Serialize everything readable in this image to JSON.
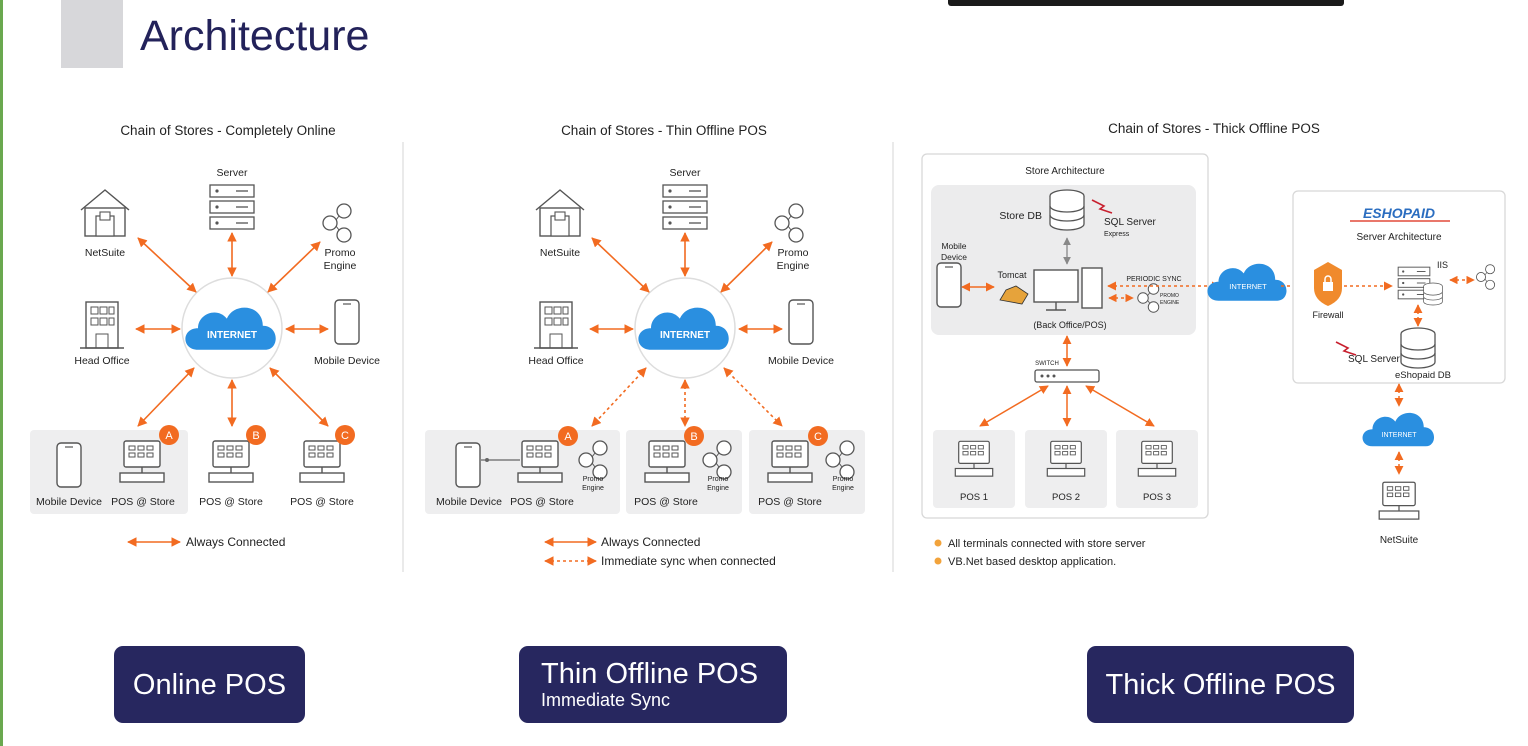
{
  "page": {
    "title": "Architecture"
  },
  "colors": {
    "accent": "#f26b21",
    "button_bg": "#27275f",
    "cloud": "#2a8fe0",
    "title": "#23225a",
    "left_rule": "#6aa84f"
  },
  "panel1": {
    "title": "Chain of Stores - Completely Online",
    "nodes": {
      "server": "Server",
      "netsuite": "NetSuite",
      "promo_a": "Promo",
      "promo_b": "Engine",
      "head_office": "Head Office",
      "mobile_device": "Mobile Device",
      "internet": "INTERNET"
    },
    "bottom": {
      "mobile": "Mobile Device",
      "pos_a": "POS @ Store",
      "pos_b": "POS @ Store",
      "pos_c": "POS @ Store"
    },
    "badges": [
      "A",
      "B",
      "C"
    ],
    "legend": {
      "solid": "Always Connected"
    }
  },
  "panel2": {
    "title": "Chain of Stores - Thin Offline POS",
    "nodes": {
      "server": "Server",
      "netsuite": "NetSuite",
      "promo_a": "Promo",
      "promo_b": "Engine",
      "head_office": "Head Office",
      "mobile_device": "Mobile Device",
      "internet": "INTERNET"
    },
    "bottom": {
      "mobile": "Mobile Device",
      "pos_a": "POS @ Store",
      "pos_b": "POS @ Store",
      "pos_c": "POS @ Store",
      "promo_a": "Promo",
      "promo_b": "Engine"
    },
    "badges": [
      "A",
      "B",
      "C"
    ],
    "legend": {
      "solid": "Always Connected",
      "dashed": "Immediate sync when connected"
    }
  },
  "panel3": {
    "title": "Chain of Stores - Thick Offline POS",
    "store_arch": "Store Architecture",
    "store_db": "Store DB",
    "sql_server": "SQL Server",
    "express": "Express",
    "mobile_a": "Mobile",
    "mobile_b": "Device",
    "tomcat": "Tomcat",
    "periodic_sync": "PERIODIC SYNC",
    "promo_a": "PROMO",
    "promo_b": "ENGINE",
    "back_office": "(Back Office/POS)",
    "switch": "SWITCH",
    "pos": [
      "POS 1",
      "POS 2",
      "POS 3"
    ],
    "internet": "INTERNET",
    "firewall": "Firewall",
    "eshopaid": "ESHOPAID",
    "server_arch": "Server Architecture",
    "iis": "IIS",
    "sql_server2": "SQL Server",
    "eshopaid_db": "eShopaid DB",
    "internet2": "INTERNET",
    "netsuite": "NetSuite",
    "bullets": [
      "All terminals connected with store server",
      "VB.Net based desktop application."
    ]
  },
  "buttons": {
    "online": "Online POS",
    "thin_main": "Thin Offline POS",
    "thin_sub": "Immediate Sync",
    "thick": "Thick Offline POS"
  }
}
